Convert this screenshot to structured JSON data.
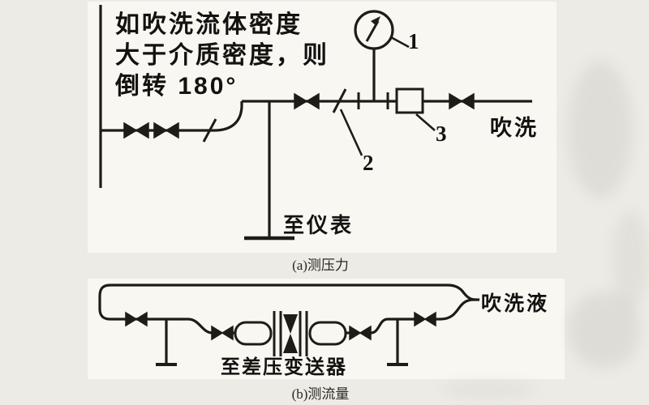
{
  "colors": {
    "paper": "#ecebe5",
    "panel": "#f8f7f2",
    "ink": "#1f1c18"
  },
  "diagram_a": {
    "caption": "(a)测压力",
    "note": {
      "line1": "如吹洗流体密度",
      "line2": "大于介质密度，则",
      "line3": "倒转 180°"
    },
    "callouts": {
      "gauge": "1",
      "union": "2",
      "restrictor": "3"
    },
    "purge_label": "吹洗",
    "to_instrument_label": "至仪表"
  },
  "diagram_b": {
    "caption": "(b)测流量",
    "purge_liquid_label": "吹洗液",
    "to_dp_transmitter_label": "至差压变送器"
  }
}
